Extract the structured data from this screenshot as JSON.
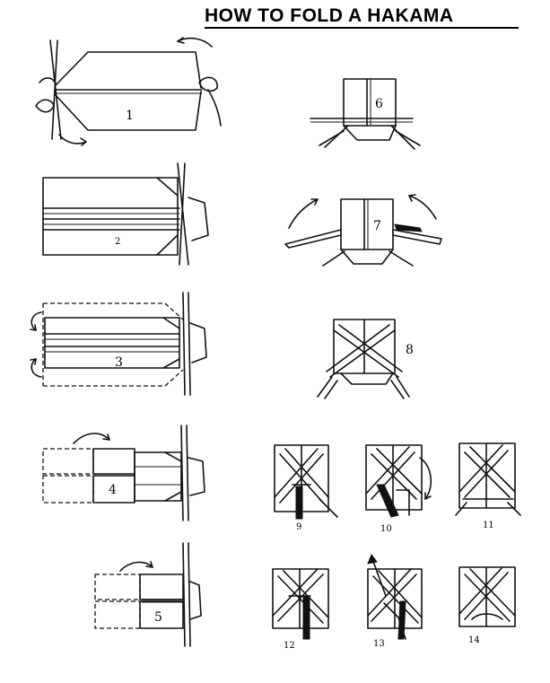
{
  "title": "HOW TO FOLD A HAKAMA",
  "steps": [
    {
      "label": "1"
    },
    {
      "label": "2"
    },
    {
      "label": "3"
    },
    {
      "label": "4"
    },
    {
      "label": "5"
    },
    {
      "label": "6"
    },
    {
      "label": "7"
    },
    {
      "label": "8"
    },
    {
      "label": "9"
    },
    {
      "label": "10"
    },
    {
      "label": "11"
    },
    {
      "label": "12"
    },
    {
      "label": "13"
    },
    {
      "label": "14"
    }
  ]
}
